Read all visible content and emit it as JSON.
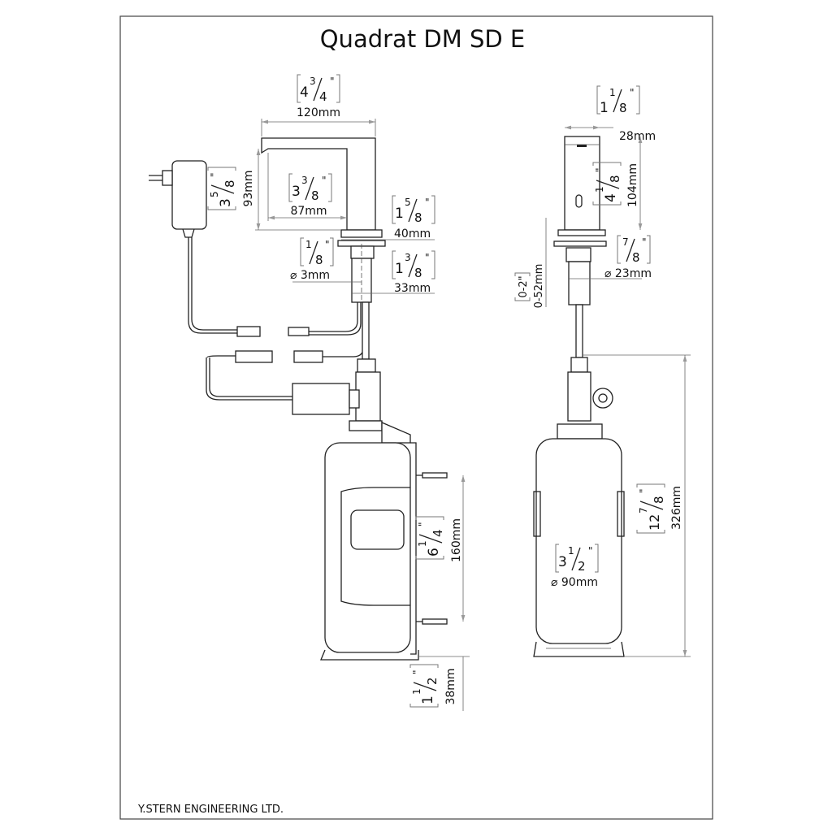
{
  "title": "Quadrat DM SD E",
  "footer": "Y.STERN ENGINEERING LTD.",
  "dimensions": {
    "spout_length": {
      "whole": "4",
      "num": "3",
      "den": "4",
      "mm": "120mm"
    },
    "spout_reach": {
      "whole": "3",
      "num": "3",
      "den": "8",
      "mm": "87mm"
    },
    "spout_height": {
      "whole": "3",
      "num": "5",
      "den": "8",
      "mm": "93mm"
    },
    "flange_width": {
      "whole": "1",
      "num": "5",
      "den": "8",
      "mm": "40mm"
    },
    "hole_dia": {
      "whole": "",
      "num": "1",
      "den": "8",
      "mm": "⌀ 3mm"
    },
    "shank_width": {
      "whole": "1",
      "num": "3",
      "den": "8",
      "mm": "33mm"
    },
    "head_width": {
      "whole": "1",
      "num": "1",
      "den": "8",
      "mm": "28mm"
    },
    "head_height": {
      "whole": "4",
      "num": "1",
      "den": "8",
      "mm": "104mm"
    },
    "shank_dia": {
      "whole": "",
      "num": "7",
      "den": "8",
      "mm": "⌀ 23mm"
    },
    "counter_thickness": {
      "inch": "0-2\"",
      "mm": "0-52mm"
    },
    "total_height": {
      "whole": "12",
      "num": "7",
      "den": "8",
      "mm": "326mm"
    },
    "bottle_dia": {
      "whole": "3",
      "num": "1",
      "den": "2",
      "mm": "⌀ 90mm"
    },
    "mount_spacing": {
      "whole": "6",
      "num": "1",
      "den": "4",
      "mm": "160mm"
    },
    "base_offset": {
      "whole": "1",
      "num": "1",
      "den": "2",
      "mm": "38mm"
    }
  }
}
